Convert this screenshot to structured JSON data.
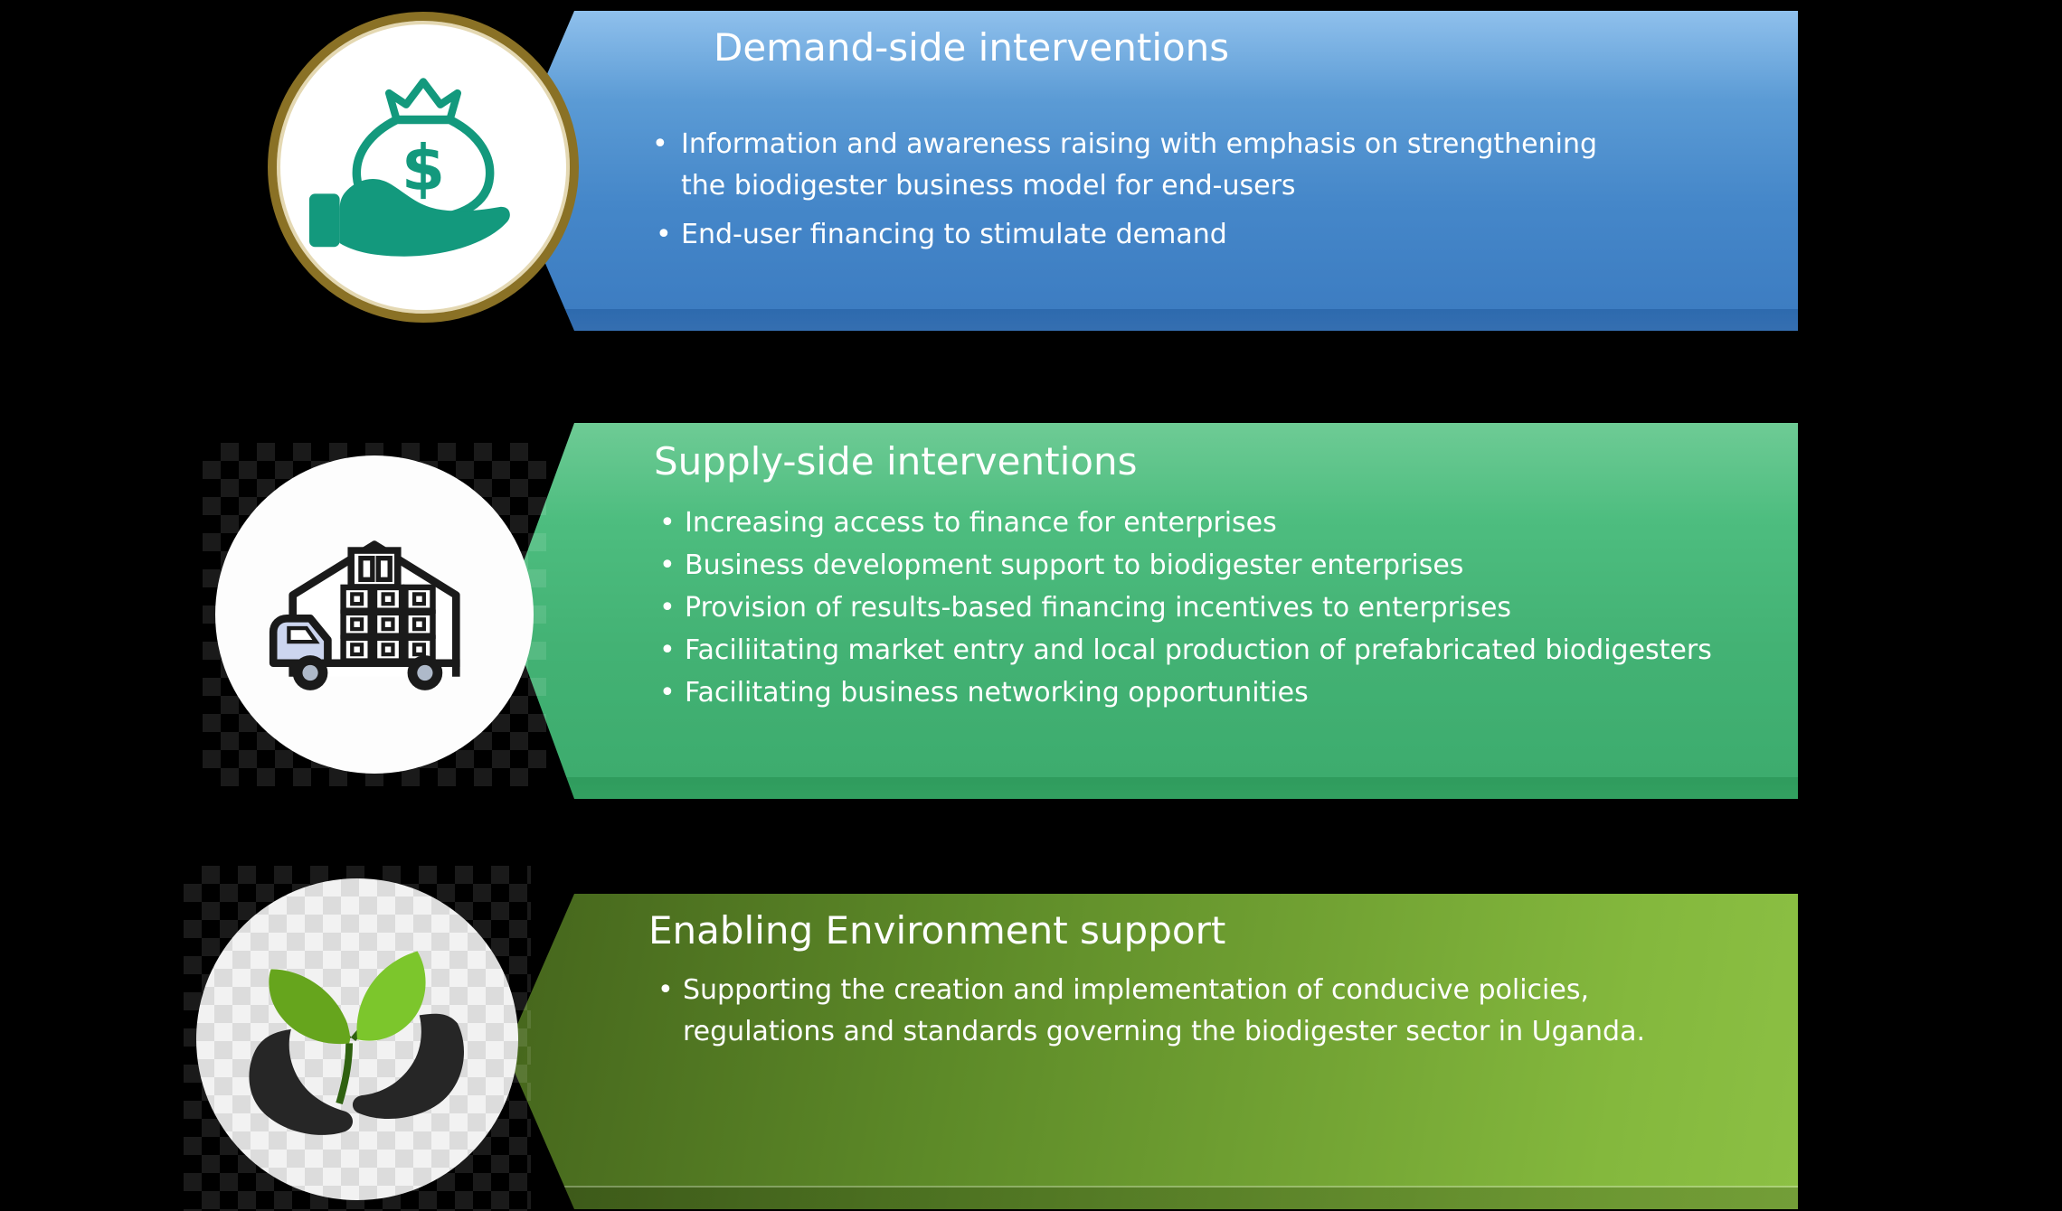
{
  "background_color": "#000000",
  "currency_symbol": "$",
  "panels": [
    {
      "id": "demand-side",
      "title": "Demand-side interventions",
      "theme_color": "#4f8fcc",
      "icon": "money-bag-hand-icon",
      "bullets": [
        "Information and awareness raising with emphasis on strengthening the biodigester business model for end-users",
        "End-user financing to stimulate demand"
      ]
    },
    {
      "id": "supply-side",
      "title": "Supply-side interventions",
      "theme_color": "#46b578",
      "icon": "truck-warehouse-icon",
      "bullets": [
        "Increasing access to finance for enterprises",
        "Business development support to biodigester enterprises",
        "Provision of results-based financing incentives to enterprises",
        "Faciliitating market entry and local production of prefabricated biodigesters",
        "Facilitating business networking opportunities"
      ]
    },
    {
      "id": "enabling-environment",
      "title": "Enabling Environment support",
      "theme_color": "#6ba32e",
      "icon": "hands-plant-icon",
      "bullets": [
        "Supporting the creation and implementation of conducive policies, regulations and standards governing the biodigester sector in Uganda."
      ]
    }
  ]
}
